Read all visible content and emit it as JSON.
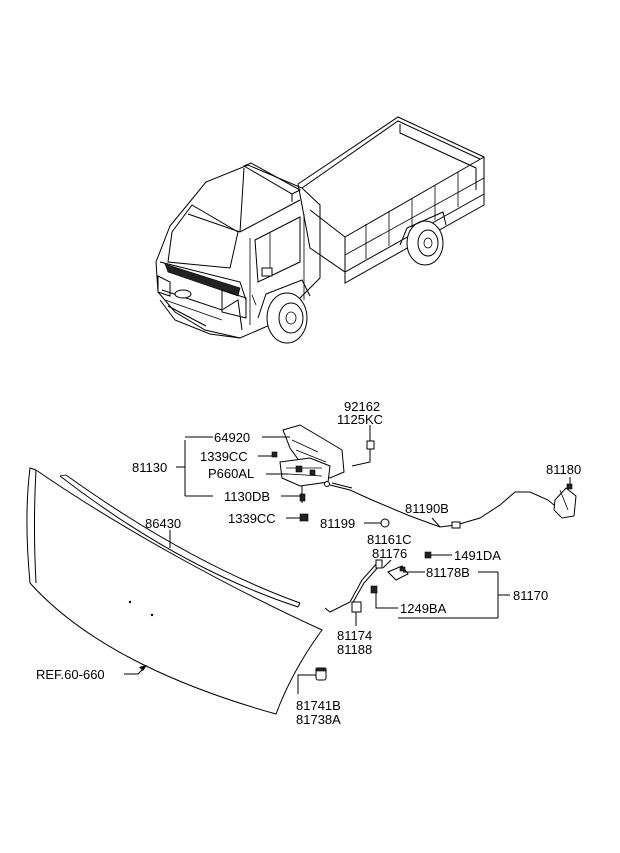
{
  "labels": {
    "p92162": "92162",
    "p1125KC": "1125KC",
    "p64920": "64920",
    "p81130": "81130",
    "p1339CC_a": "1339CC",
    "pP660AL": "P660AL",
    "p1130DB": "1130DB",
    "p1339CC_b": "1339CC",
    "p81180": "81180",
    "p81190B": "81190B",
    "p86430": "86430",
    "p81199": "81199",
    "p81161C": "81161C",
    "p81176": "81176",
    "p1491DA": "1491DA",
    "p81178B": "81178B",
    "p81170": "81170",
    "p1249BA": "1249BA",
    "p81174": "81174",
    "p81188": "81188",
    "pREF": "REF.60-660",
    "p81741B": "81741B",
    "p81738A": "81738A"
  }
}
